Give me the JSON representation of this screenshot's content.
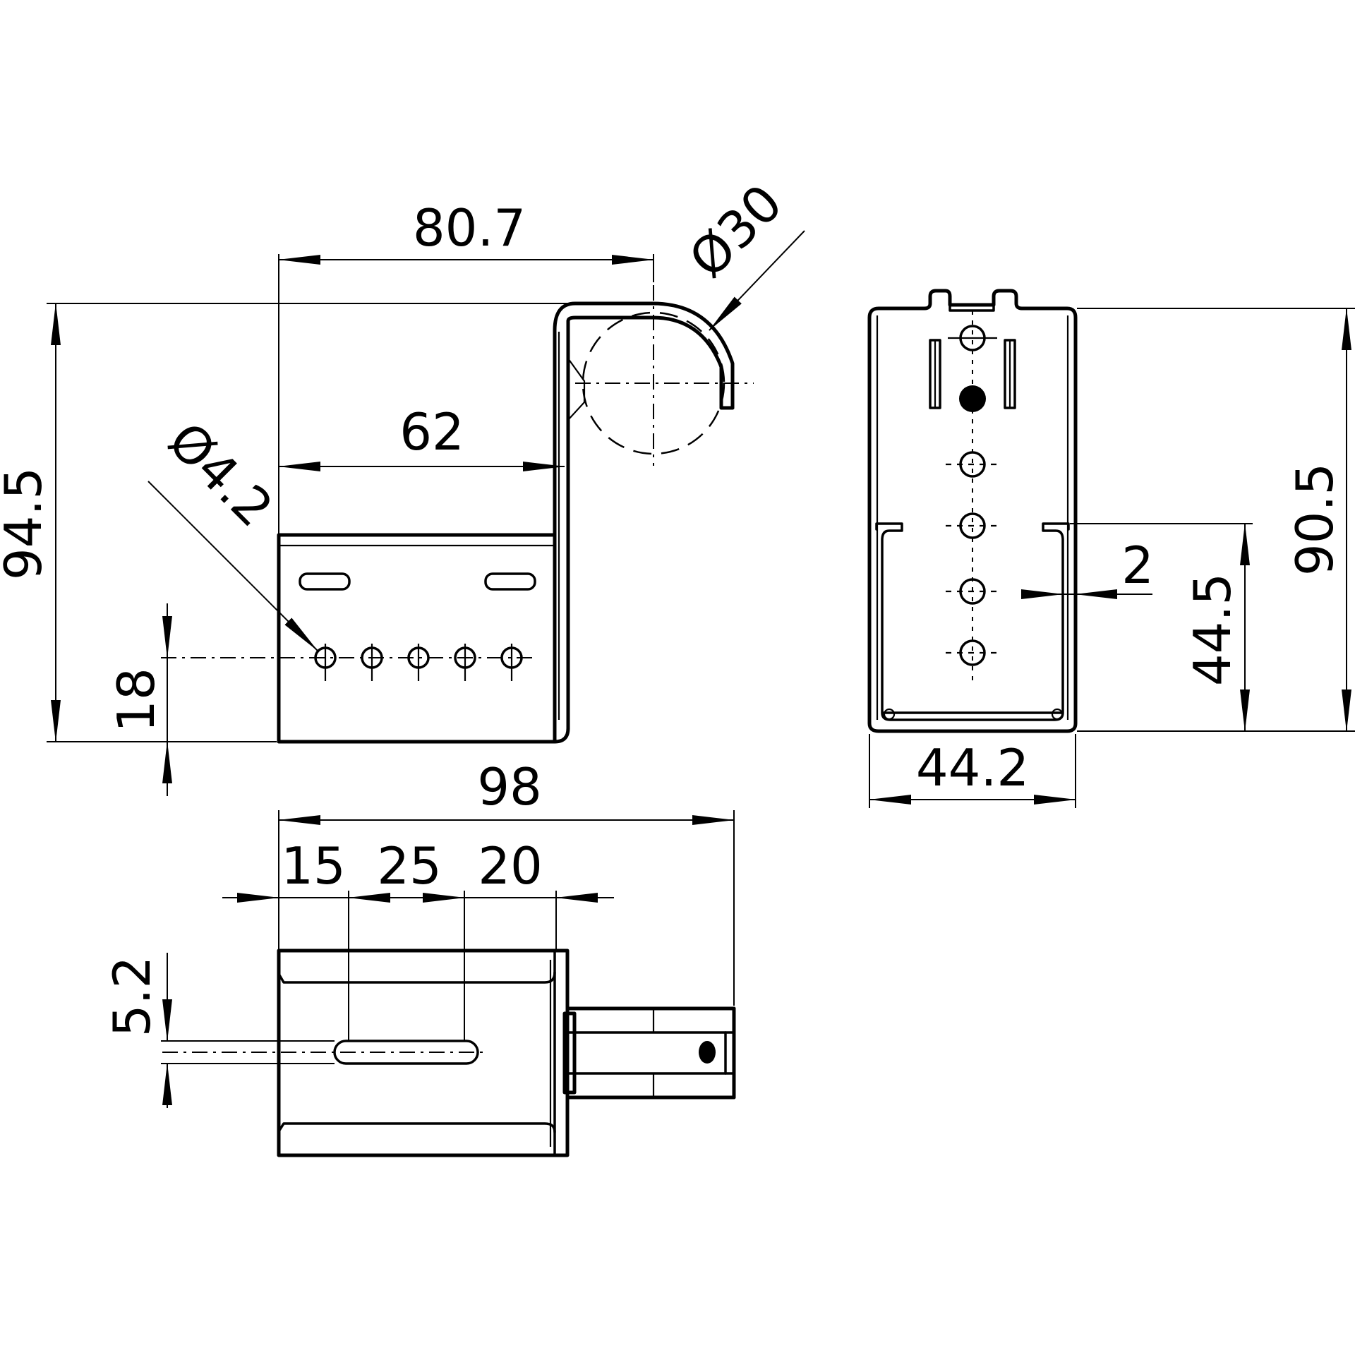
{
  "drawing": {
    "side_view": {
      "width_overall": "80.7",
      "width_to_bend": "62",
      "height_overall": "94.5",
      "hole_row_height": "18",
      "hole_diameter": "Ø4.2",
      "clamp_diameter": "Ø30"
    },
    "top_view": {
      "length_overall": "98",
      "slot_offset": "15",
      "slot_length": "25",
      "slot_to_edge": "20",
      "slot_width": "5.2"
    },
    "end_view": {
      "height_overall": "90.5",
      "inner_height": "44.5",
      "wall_thickness": "2",
      "width": "44.2"
    }
  }
}
